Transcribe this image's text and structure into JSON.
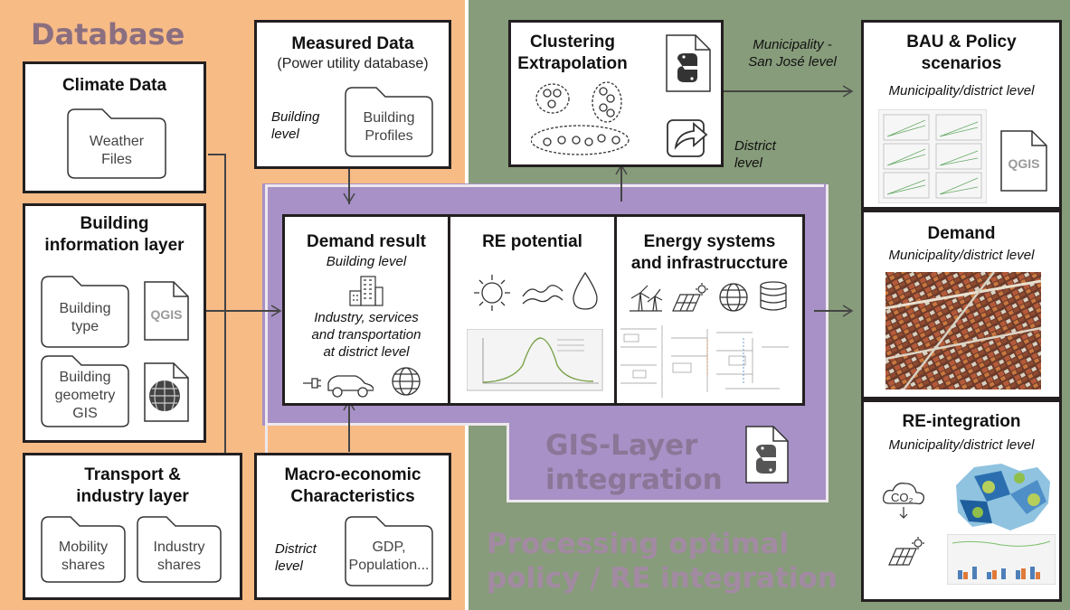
{
  "database": {
    "title": "Database"
  },
  "climate": {
    "title": "Climate Data",
    "folder": "Weather\nFiles"
  },
  "measured": {
    "title": "Measured Data",
    "subtitle": "(Power utility database)",
    "level": "Building\nlevel",
    "folder": "Building\nProfiles"
  },
  "building_info": {
    "title": "Building\ninformation layer",
    "folder_type": "Building\ntype",
    "folder_geom": "Building\ngeometry\nGIS",
    "qgis": "QGIS"
  },
  "transport": {
    "title": "Transport &\nindustry layer",
    "folder_mobility": "Mobility\nshares",
    "folder_industry": "Industry\nshares"
  },
  "macro": {
    "title": "Macro-economic\nCharacteristics",
    "level": "District\nlevel",
    "folder": "GDP,\nPopulation..."
  },
  "clustering": {
    "title": "Clustering\nExtrapolation",
    "municipality_note": "Municipality -\nSan José level",
    "district_note": "District\nlevel"
  },
  "demand_result": {
    "title": "Demand result",
    "subtitle": "Building level",
    "note": "Industry, services\nand transportation\nat district level"
  },
  "re_potential": {
    "title": "RE potential"
  },
  "energy_systems": {
    "title": "Energy systems\nand infrastruccture"
  },
  "gis_layer": {
    "title": "GIS-Layer\nintegration"
  },
  "processing": {
    "title": "Processing optimal\npolicy / RE integration"
  },
  "bau": {
    "title": "BAU & Policy\nscenarios",
    "subtitle": "Municipality/district level",
    "qgis": "QGIS"
  },
  "demand": {
    "title": "Demand",
    "subtitle": "Municipality/district level"
  },
  "re_integration": {
    "title": "RE-integration",
    "subtitle": "Municipality/district level",
    "co2": "CO₂"
  },
  "colors": {
    "database_bg": "#f7bb86",
    "processing_bg": "#879c7a",
    "gis_bg": "#a791c6",
    "title_color": "#8b6f80"
  },
  "icons": [
    "python-icon",
    "share-icon",
    "building-icon",
    "plug-icon",
    "car-icon",
    "globe-icon",
    "sun-icon",
    "wave-icon",
    "drop-icon",
    "wind-turbine-icon",
    "solar-panel-icon",
    "database-icon",
    "qgis-icon",
    "co2-cloud-icon",
    "folder-icon"
  ]
}
